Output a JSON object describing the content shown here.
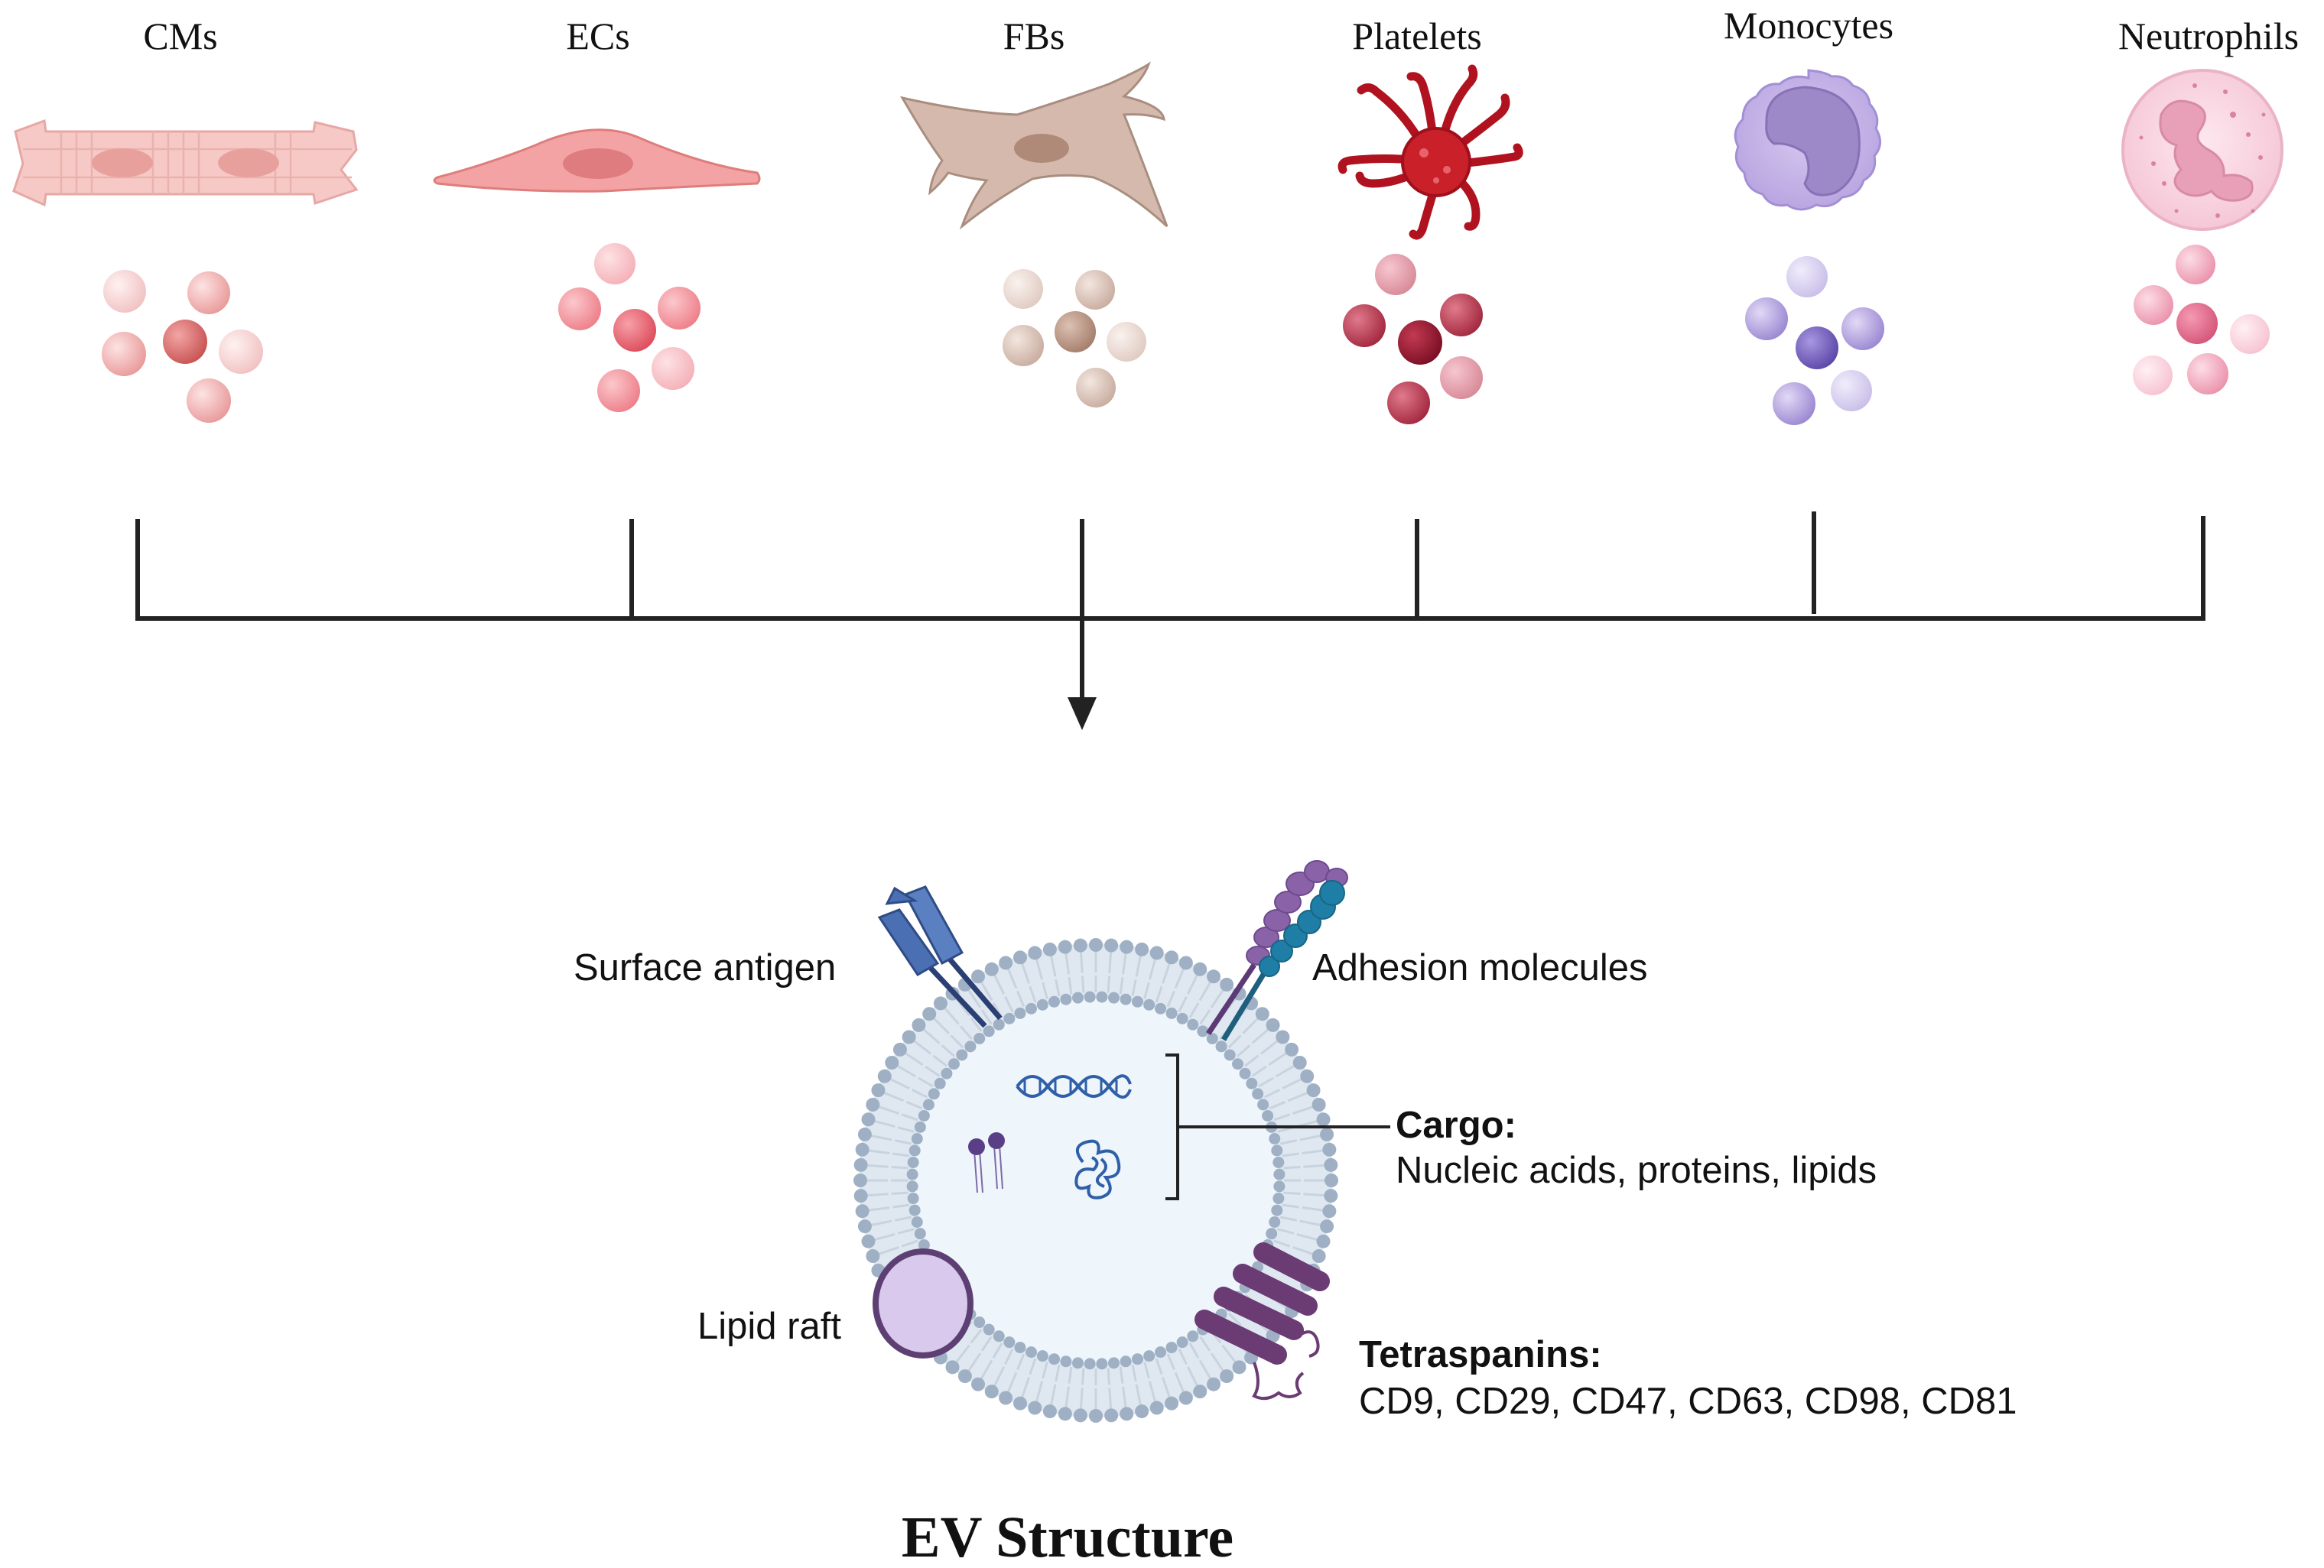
{
  "cell_types": [
    {
      "label": "CMs",
      "color": "#f2b8b8"
    },
    {
      "label": "ECs",
      "color": "#ef9a9a"
    },
    {
      "label": "FBs",
      "color": "#d8c0b0"
    },
    {
      "label": "Platelets",
      "color": "#c9202a"
    },
    {
      "label": "Monocytes",
      "color": "#c8b4e6"
    },
    {
      "label": "Neutrophils",
      "color": "#f7c6d7"
    }
  ],
  "ev_structure": {
    "surface_antigen": "Surface antigen",
    "adhesion_molecules": "Adhesion molecules",
    "cargo_title": "Cargo:",
    "cargo_text": "Nucleic acids, proteins, lipids",
    "lipid_raft": "Lipid raft",
    "tetraspanins_title": "Tetraspanins:",
    "tetraspanins_text": "CD9, CD29, CD47, CD63, CD98, CD81"
  },
  "title": "EV Structure",
  "colors": {
    "membrane_head": "#9fb0c4",
    "membrane_tail": "#c9d3de",
    "lumen": "#eef5fb",
    "antigen": "#4a6fb3",
    "adhesion_purple": "#8a62a8",
    "adhesion_teal": "#1f7ea6",
    "raft": "#d9c9ec",
    "tetraspanin": "#6b3b74",
    "line": "#222222"
  }
}
